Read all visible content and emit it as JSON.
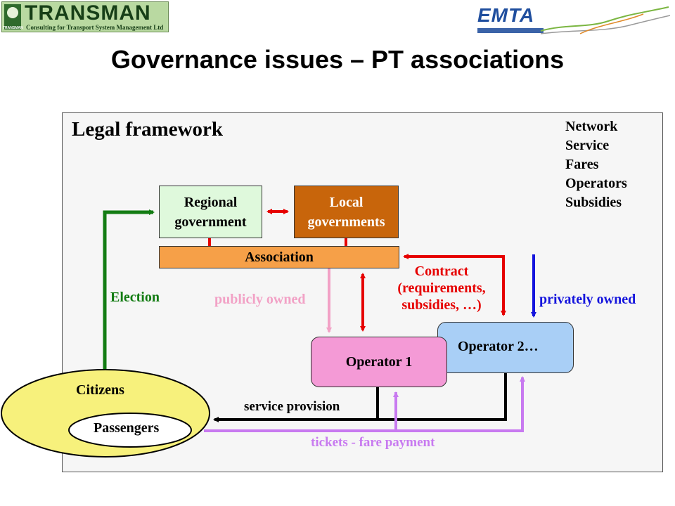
{
  "header": {
    "left_logo": {
      "brand": "TRANSMAN",
      "tagline": "Consulting for Transport System Management Ltd",
      "emblem_caption": "TRANSMAN"
    },
    "right_logo": {
      "brand": "EMTA"
    },
    "title": "Governance issues – PT associations"
  },
  "diagram": {
    "frame_title": "Legal framework",
    "topics": [
      "Network",
      "Service",
      "Fares",
      "Operators",
      "Subsidies"
    ],
    "nodes": {
      "regional": {
        "line1": "Regional",
        "line2": "government"
      },
      "local": {
        "line1": "Local",
        "line2": "governments"
      },
      "association": "Association",
      "operator1": "Operator 1",
      "operator2": "Operator 2…",
      "citizens": "Citizens",
      "passengers": "Passengers"
    },
    "edge_labels": {
      "election": "Election",
      "publicly_owned": "publicly owned",
      "contract_line1": "Contract",
      "contract_line2": "(requirements,",
      "contract_line3": "subsidies, …)",
      "privately_owned": "privately owned",
      "service_provision": "service provision",
      "tickets": "tickets - fare payment"
    }
  },
  "colors": {
    "regional_fill": "#dff9dc",
    "local_fill": "#c8650b",
    "association_fill": "#f6a048",
    "operator1_fill": "#f49ad6",
    "operator2_fill": "#a9cff6",
    "citizens_fill": "#f7f17c",
    "election_arrow": "#137c13",
    "govt_link": "#e60000",
    "publicly_owned": "#f2a2c6",
    "privately_owned": "#1515dd",
    "tickets": "#c87af0",
    "service": "#000000"
  }
}
